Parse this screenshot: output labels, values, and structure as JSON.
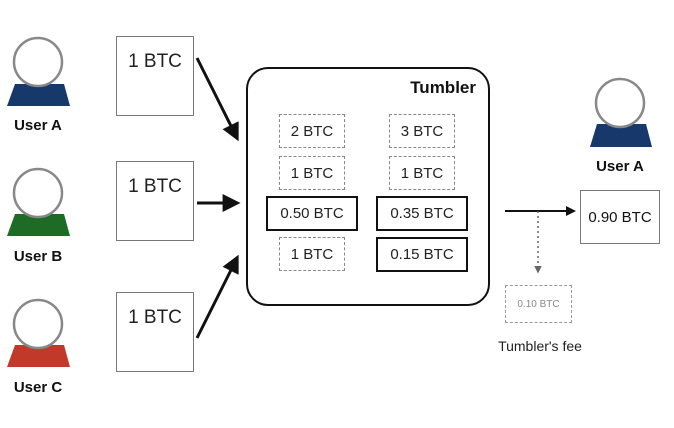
{
  "users": [
    {
      "label": "User A",
      "color": "#16386b",
      "deposit": "1 BTC"
    },
    {
      "label": "User B",
      "color": "#1e6b26",
      "deposit": "1 BTC"
    },
    {
      "label": "User C",
      "color": "#c0392b",
      "deposit": "1 BTC"
    }
  ],
  "tumbler": {
    "title": "Tumbler",
    "left_column": [
      {
        "value": "2 BTC",
        "style": "dashed"
      },
      {
        "value": "1 BTC",
        "style": "dashed"
      },
      {
        "value": "0.50 BTC",
        "style": "solid"
      },
      {
        "value": "1 BTC",
        "style": "dashed"
      }
    ],
    "right_column": [
      {
        "value": "3 BTC",
        "style": "dashed"
      },
      {
        "value": "1 BTC",
        "style": "dashed"
      },
      {
        "value": "0.35 BTC",
        "style": "solid"
      },
      {
        "value": "0.15 BTC",
        "style": "solid"
      }
    ]
  },
  "output": {
    "user_label": "User A",
    "user_color": "#16386b",
    "amount": "0.90 BTC"
  },
  "fee": {
    "amount": "0.10 BTC",
    "label": "Tumbler's fee"
  }
}
